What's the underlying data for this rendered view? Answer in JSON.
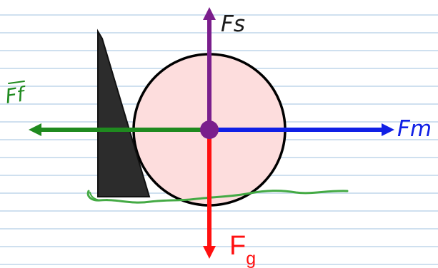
{
  "diagram": {
    "labels": {
      "support_force": "Fs",
      "friction_force": "Ff",
      "motor_force": "Fm",
      "gravity_force_main": "F",
      "gravity_force_sub": "g"
    },
    "colors": {
      "paper": "#ffffff",
      "ruled_line": "#bfd6ea",
      "support": "#7a1e8c",
      "friction": "#1f8a1f",
      "motor": "#1020e6",
      "gravity": "#ff1010",
      "ball_fill": "#fddddd",
      "ball_stroke": "#000000",
      "wedge": "#2c2c2c",
      "ground": "#44aa44",
      "center_dot": "#7a1e8c"
    },
    "icons": {
      "wedge": "wedge-block-icon",
      "ball": "ball-icon",
      "ground": "ground-line-icon"
    }
  }
}
